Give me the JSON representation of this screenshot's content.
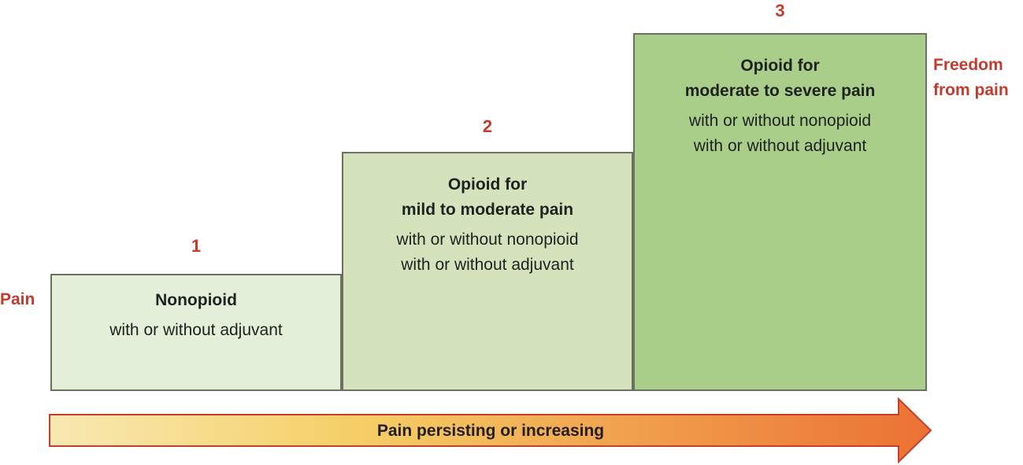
{
  "labels": {
    "pain": "Pain",
    "freedom_line1": "Freedom",
    "freedom_line2": "from pain"
  },
  "steps": [
    {
      "number": "1",
      "heading_lines": [
        "Nonopioid"
      ],
      "body_lines": [
        "with or without adjuvant"
      ],
      "fill": "#e3efd9"
    },
    {
      "number": "2",
      "heading_lines": [
        "Opioid for",
        "mild to moderate pain"
      ],
      "body_lines": [
        "with or without nonopioid",
        "with or without adjuvant"
      ],
      "fill": "#d5e3bd"
    },
    {
      "number": "3",
      "heading_lines": [
        "Opioid for",
        "moderate to severe pain"
      ],
      "body_lines": [
        "with or without nonopioid",
        "with or without adjuvant"
      ],
      "fill": "#a9ce8a"
    }
  ],
  "arrow": {
    "label": "Pain persisting or increasing",
    "gradient_start": "#f8e9b2",
    "gradient_mid1": "#f5cf66",
    "gradient_mid2": "#f09a4a",
    "gradient_end": "#eb7134",
    "border_color": "#c5402c"
  },
  "colors": {
    "accent_red": "#c23b2e",
    "box_border": "#6b7060"
  }
}
